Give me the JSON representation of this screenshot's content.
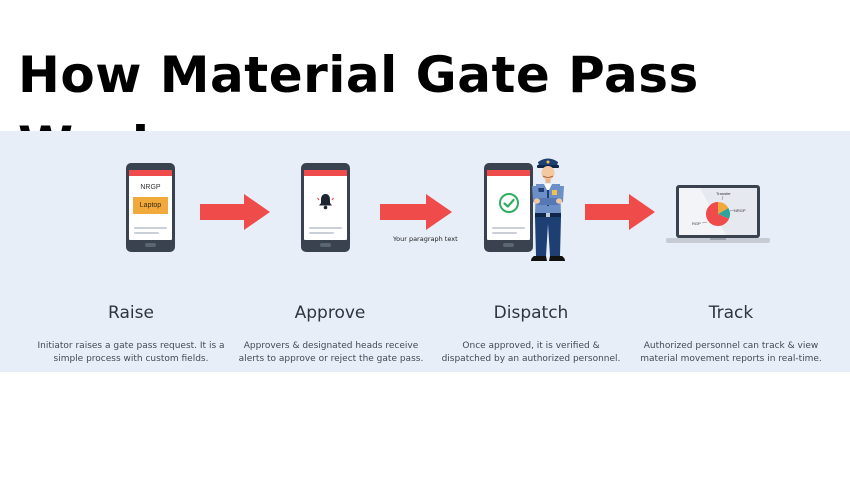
{
  "title": "How Material Gate Pass Works",
  "colors": {
    "band": "#e8eef8",
    "arrow": "#ef4b4b",
    "phone": "#39424e",
    "accent_red": "#ef4b4b",
    "tag_orange": "#f2a93b",
    "check_green": "#2fae5f"
  },
  "steps": [
    {
      "label": "Raise",
      "description_line1": "Initiator raises a gate pass request. It is a",
      "description_line2": "simple process with custom fields.",
      "screen_heading": "NRGP",
      "screen_tag": "Laptop"
    },
    {
      "label": "Approve",
      "description_line1": "Approvers & designated heads receive",
      "description_line2": "alerts to approve or reject the gate pass.",
      "icon": "bell-icon"
    },
    {
      "label": "Dispatch",
      "description_line1": "Once approved, it is verified &",
      "description_line2": "dispatched by an authorized personnel.",
      "icon": "check-icon",
      "figure": "security-guard"
    },
    {
      "label": "Track",
      "description_line1": "Authorized personnel can track & view",
      "description_line2": "material movement reports in real-time.",
      "chart_labels": [
        "Transfer",
        "NRGP",
        "RGP"
      ]
    }
  ],
  "placeholder_text": "Your paragraph text"
}
